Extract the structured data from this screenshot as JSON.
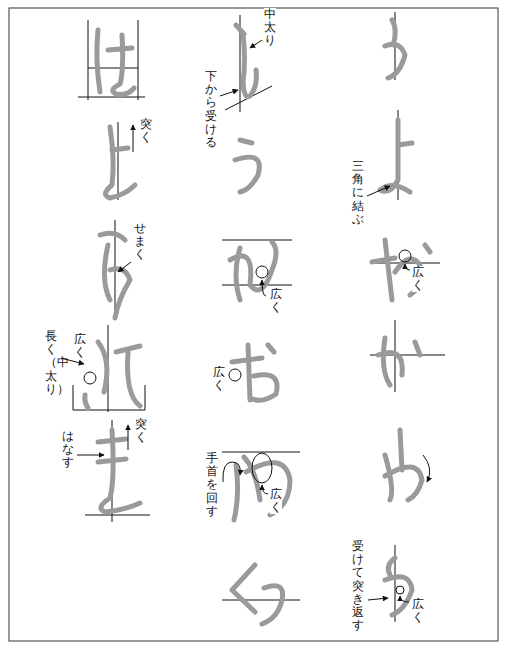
{
  "diagram": {
    "labels": [
      "中太り",
      "下から受ける",
      "突く",
      "三角に結ぶ",
      "せまく",
      "広く",
      "広く",
      "長く（中太り）",
      "広く",
      "広く",
      "突く",
      "はなす",
      "手首を回す",
      "広く",
      "受けて突き返す",
      "広く"
    ]
  }
}
